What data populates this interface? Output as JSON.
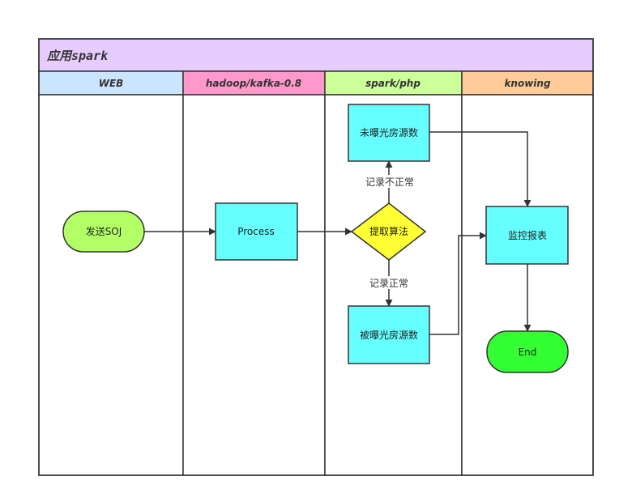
{
  "pool": {
    "title": "应用spark",
    "header_color": "#e6ccff"
  },
  "lanes": [
    {
      "id": "web",
      "label": "WEB",
      "color": "#cce5ff"
    },
    {
      "id": "hadoop",
      "label": "hadoop/kafka-0.8",
      "color": "#ff99cc"
    },
    {
      "id": "spark",
      "label": "spark/php",
      "color": "#ccff99"
    },
    {
      "id": "knowing",
      "label": "knowing",
      "color": "#ffcc99"
    }
  ],
  "nodes": {
    "start": {
      "label": "发送SOJ",
      "shape": "terminator",
      "color": "#b3ff66"
    },
    "process": {
      "label": "Process",
      "shape": "rectangle",
      "color": "#66ffff"
    },
    "decision": {
      "label": "提取算法",
      "shape": "diamond",
      "color": "#ffff33"
    },
    "unexposed": {
      "label": "未曝光房源数",
      "shape": "rectangle",
      "color": "#66ffff"
    },
    "exposed": {
      "label": "被曝光房源数",
      "shape": "rectangle",
      "color": "#66ffff"
    },
    "report": {
      "label": "监控报表",
      "shape": "rectangle",
      "color": "#66ffff"
    },
    "end": {
      "label": "End",
      "shape": "terminator",
      "color": "#33ff33"
    }
  },
  "edges": [
    {
      "id": "start-to-process",
      "from": "start",
      "to": "process",
      "label": ""
    },
    {
      "id": "process-to-decision",
      "from": "process",
      "to": "decision",
      "label": ""
    },
    {
      "id": "decision-to-unexposed",
      "from": "decision",
      "to": "unexposed",
      "label": "记录不正常"
    },
    {
      "id": "decision-to-exposed",
      "from": "decision",
      "to": "exposed",
      "label": "记录正常"
    },
    {
      "id": "unexposed-to-report",
      "from": "unexposed",
      "to": "report",
      "label": ""
    },
    {
      "id": "exposed-to-report",
      "from": "exposed",
      "to": "report",
      "label": ""
    },
    {
      "id": "report-to-end",
      "from": "report",
      "to": "end",
      "label": ""
    }
  ]
}
